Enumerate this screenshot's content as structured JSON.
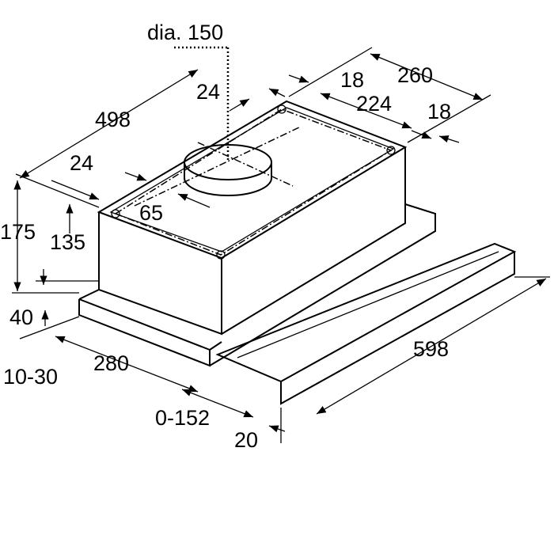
{
  "title": "Telescopic cooker hood dimension drawing",
  "units": "mm",
  "labels": {
    "duct_diameter": "dia. 150",
    "depth_total": "260",
    "rear_offset": "18",
    "bracket_depth": "224",
    "side_offset": "18",
    "duct_offset_back": "24",
    "width_body": "498",
    "side_inset": "24",
    "duct_offset_front": "65",
    "height_total": "175",
    "height_body": "135",
    "height_base": "40",
    "depth_body": "280",
    "wall_gap": "10-30",
    "width_total": "598",
    "drawer_extension": "0-152",
    "drawer_front": "20"
  }
}
